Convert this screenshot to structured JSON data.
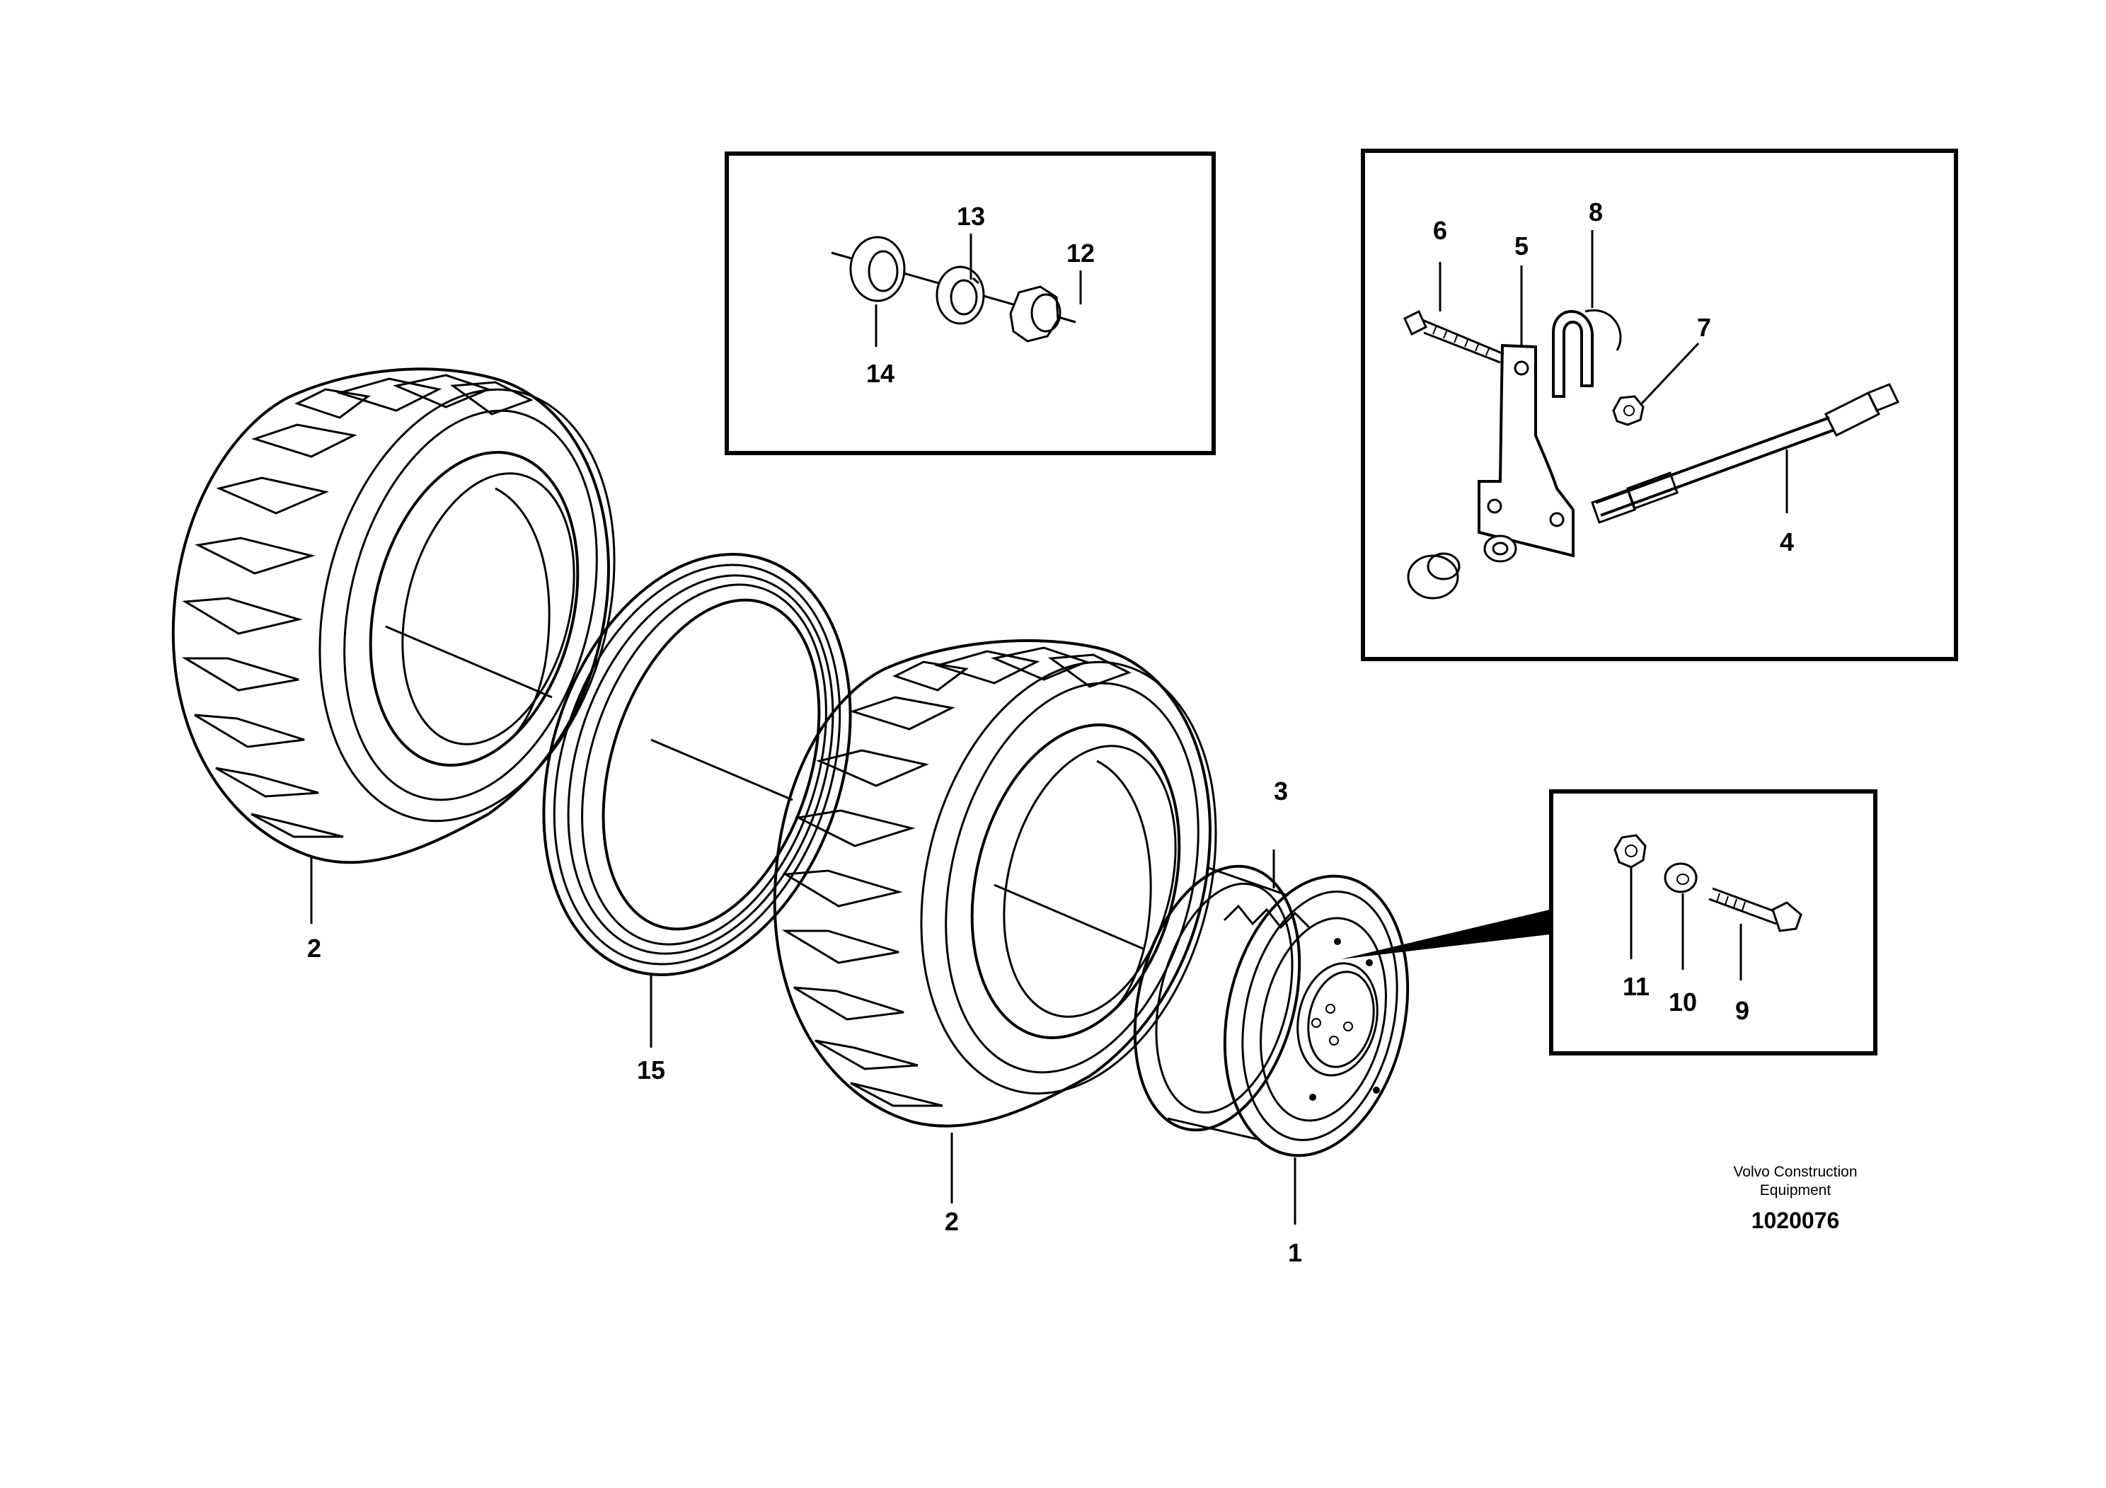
{
  "callouts": {
    "c1": "1",
    "c2_left": "2",
    "c2_right": "2",
    "c3": "3",
    "c4": "4",
    "c5": "5",
    "c6": "6",
    "c7": "7",
    "c8": "8",
    "c9": "9",
    "c10": "10",
    "c11": "11",
    "c12": "12",
    "c13": "13",
    "c14": "14",
    "c15": "15"
  },
  "footer": {
    "brand_line1": "Volvo Construction",
    "brand_line2": "Equipment",
    "figure_id": "1020076"
  }
}
